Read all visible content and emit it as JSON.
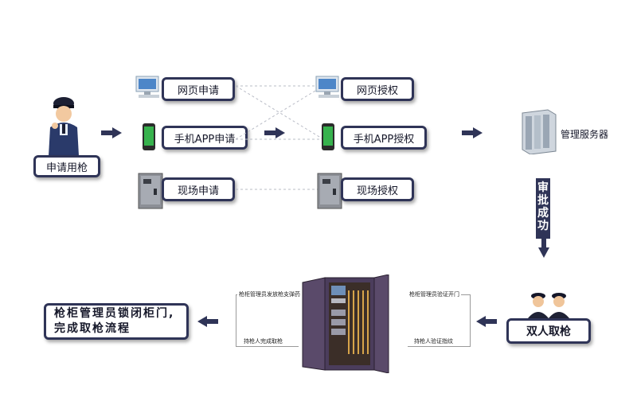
{
  "nodes": {
    "apply_gun": "申请用枪",
    "web_apply": "网页申请",
    "app_apply": "手机APP申请",
    "site_apply": "现场申请",
    "web_auth": "网页授权",
    "app_auth": "手机APP授权",
    "site_auth": "现场授权",
    "server": "管理服务器",
    "approval": "审批成功",
    "dual_take": "双人取枪",
    "finish": "枪柜管理员锁闭柜门,完成取枪流程"
  },
  "notes": {
    "admin_send": "枪柜管理员发放枪支弹药",
    "holder_done": "持枪人完成取枪",
    "admin_verify": "枪柜管理员验证开门",
    "holder_verify": "持枪人验证指纹"
  },
  "colors": {
    "accent": "#2f3457",
    "text": "#16182a",
    "background": "#ffffff"
  },
  "icons": [
    "police-officer-icon",
    "computer-icon",
    "mobile-phone-icon",
    "gun-cabinet-icon",
    "server-rack-icon",
    "two-guards-icon",
    "open-gun-safe-icon"
  ]
}
